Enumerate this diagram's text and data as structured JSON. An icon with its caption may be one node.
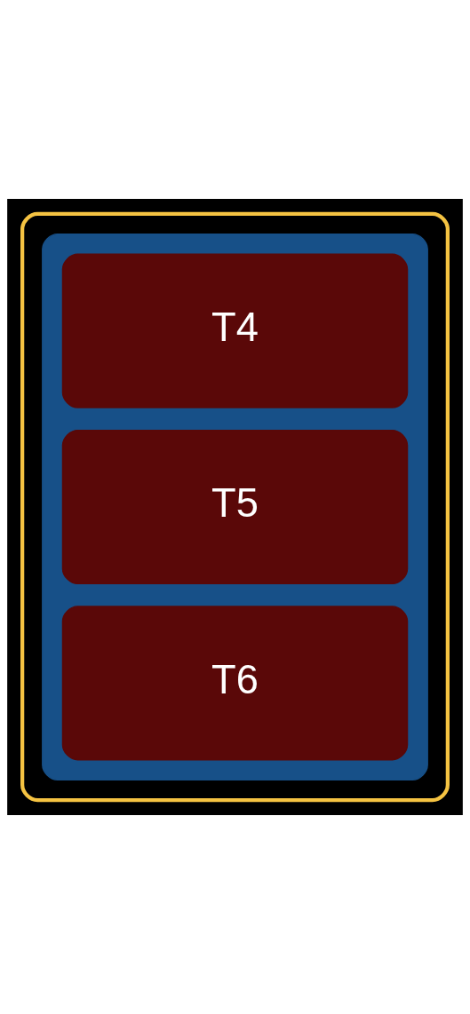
{
  "diagram": {
    "nodes": [
      {
        "text": [],
        "shape": "box"
      },
      {
        "text": [],
        "shape": "box",
        "in": 0
      },
      {
        "text": [
          "T4"
        ],
        "in": 1
      },
      {
        "text": [
          "T5"
        ],
        "in": 1
      },
      {
        "text": [
          "T6"
        ],
        "in": 1
      }
    ]
  }
}
